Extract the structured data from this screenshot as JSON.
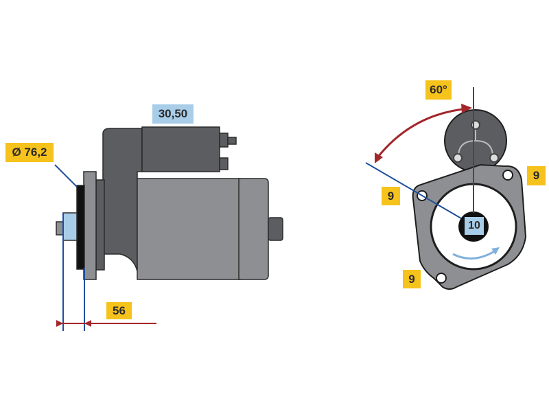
{
  "labels": {
    "diameter": "Ø 76,2",
    "weight": "30,50",
    "length": "56",
    "angle": "60°",
    "hole_right": "9",
    "hole_left": "9",
    "hole_bottom": "9",
    "teeth": "10"
  },
  "colors": {
    "label_yellow": "#f6c21c",
    "label_blue": "#a8cde8",
    "dimension_blue": "#1f4f9a",
    "dimension_red": "#a3262b",
    "body_gray": "#8e8f93",
    "dark_gray": "#5c5d61"
  }
}
